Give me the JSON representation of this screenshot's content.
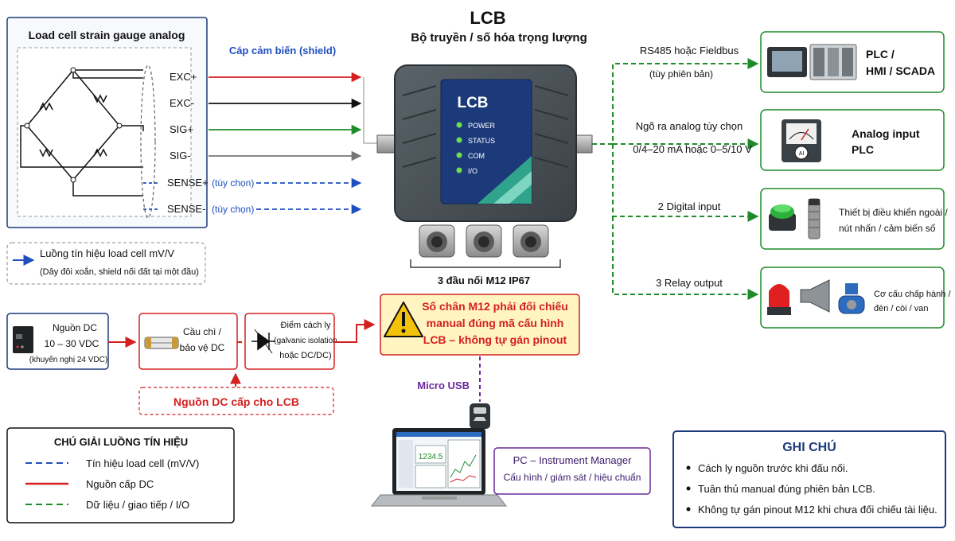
{
  "header": {
    "title": "LCB",
    "subtitle": "Bộ truyền / số hóa trọng lượng"
  },
  "loadcell": {
    "title": "Load cell strain gauge analog",
    "cable_label": "Cáp cảm biến (shield)",
    "signals": [
      "EXC+",
      "EXC-",
      "SIG+",
      "SIG-",
      "SENSE+",
      "SENSE-"
    ],
    "optional_note": "(tùy chọn)"
  },
  "signal_note": {
    "line1": "Luồng tín hiệu load cell mV/V",
    "line2": "(Dây đôi xoắn, shield nối đất tại một đầu)"
  },
  "device": {
    "label": "LCB",
    "leds": [
      "POWER",
      "STATUS",
      "COM",
      "I/O"
    ],
    "connector_label": "3 đầu nối M12 IP67"
  },
  "power": {
    "source_line1": "Nguồn DC",
    "source_line2": "10 – 30 VDC",
    "source_line3": "(khuyến nghị 24 VDC)",
    "fuse_line1": "Cầu chì /",
    "fuse_line2": "bảo vệ DC",
    "iso_line1": "Điểm cách ly",
    "iso_line2": "(galvanic isolation",
    "iso_line3": "hoặc DC/DC)",
    "supply_label": "Nguồn DC cấp cho LCB"
  },
  "warning": {
    "line1": "Số chân M12 phải đối chiếu",
    "line2": "manual đúng mã cấu hình",
    "line3": "LCB – không tự gán pinout"
  },
  "usb_label": "Micro USB",
  "pc": {
    "line1": "PC – Instrument Manager",
    "line2": "Cấu hình / giám sát / hiệu chuẩn",
    "screen_value": "1234.5"
  },
  "outputs": [
    {
      "label1": "RS485 hoặc Fieldbus",
      "label2": "(tùy phiên bản)",
      "dest1": "PLC /",
      "dest2": "HMI / SCADA"
    },
    {
      "label1": "Ngõ ra analog tùy chọn",
      "label2": "0/4–20 mA hoặc 0–5/10 V",
      "dest1": "Analog input",
      "dest2": "PLC"
    },
    {
      "label1": "2 Digital input",
      "dest1": "Thiết bị điều khiển ngoài /",
      "dest2": "nút nhấn / cảm biến số"
    },
    {
      "label1": "3 Relay output",
      "dest1": "Cơ cấu chấp hành /",
      "dest2": "đèn / còi / van"
    }
  ],
  "legend": {
    "title": "CHÚ GIẢI LUỒNG TÍN HIỆU",
    "items": [
      "Tín hiệu load cell (mV/V)",
      "Nguồn cấp DC",
      "Dữ liệu / giao tiếp / I/O"
    ]
  },
  "notes": {
    "title": "GHI CHÚ",
    "items": [
      "Cách ly nguồn trước khi đấu nối.",
      "Tuân thủ manual đúng phiên bản LCB.",
      "Không tự gán pinout M12 khi chưa đối chiếu tài liệu."
    ]
  },
  "colors": {
    "signal_blue": "#1f4fbf",
    "power_red": "#d42020",
    "data_green": "#1f8a2a",
    "device_body": "#4a5258",
    "panel_navy": "#1c3a7a",
    "warning_fill": "#fff4c2"
  },
  "icons": {
    "warning": "warning-triangle-icon",
    "usb": "usb-icon",
    "laptop": "laptop-icon"
  }
}
